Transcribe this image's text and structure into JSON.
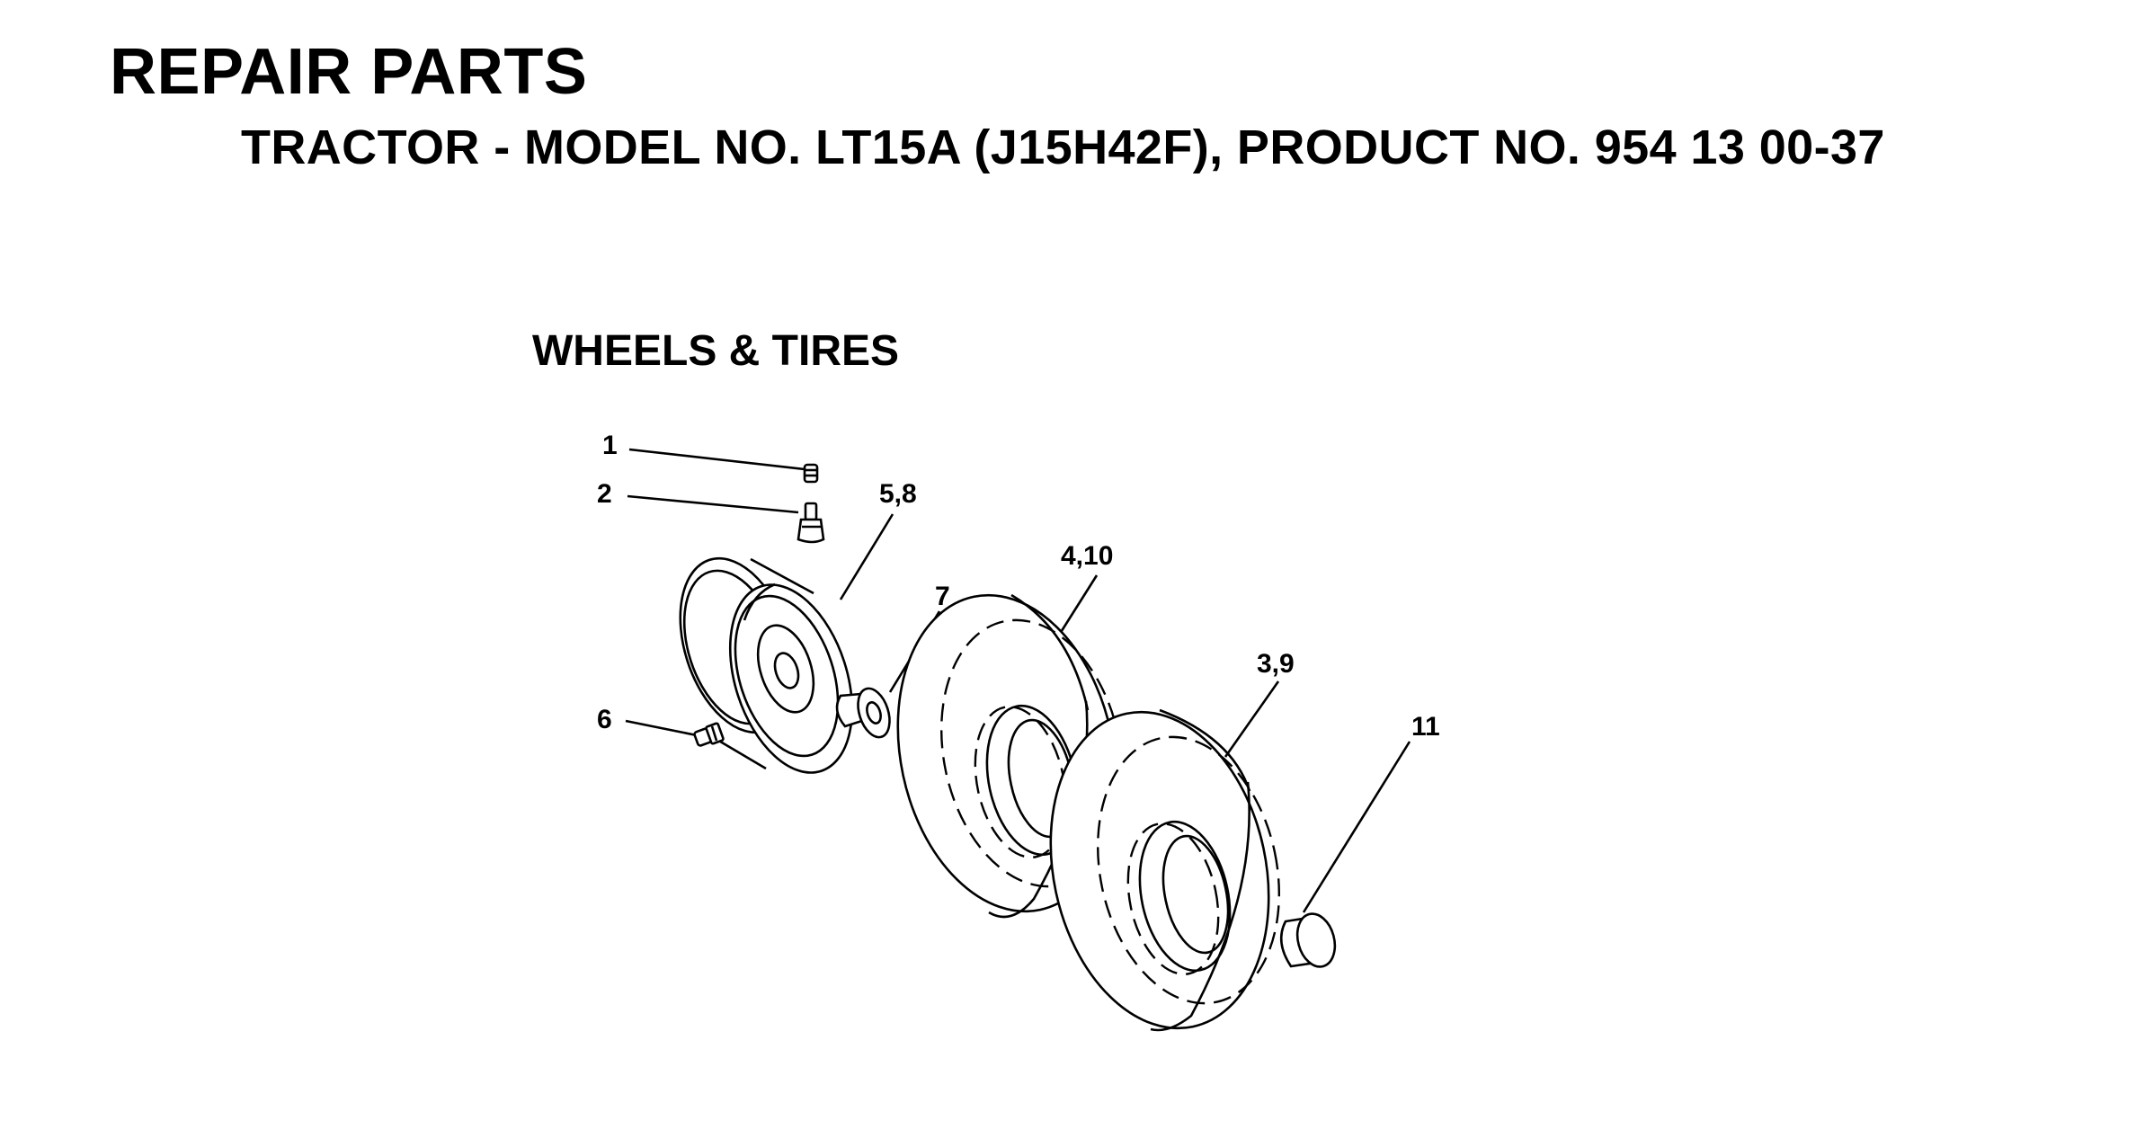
{
  "header": {
    "title": "REPAIR PARTS",
    "subtitle": "TRACTOR - MODEL NO. LT15A (J15H42F), PRODUCT NO. 954 13 00-37"
  },
  "section": {
    "title": "WHEELS & TIRES"
  },
  "callouts": [
    "1",
    "2",
    "5,8",
    "7",
    "4,10",
    "3,9",
    "6",
    "11"
  ]
}
